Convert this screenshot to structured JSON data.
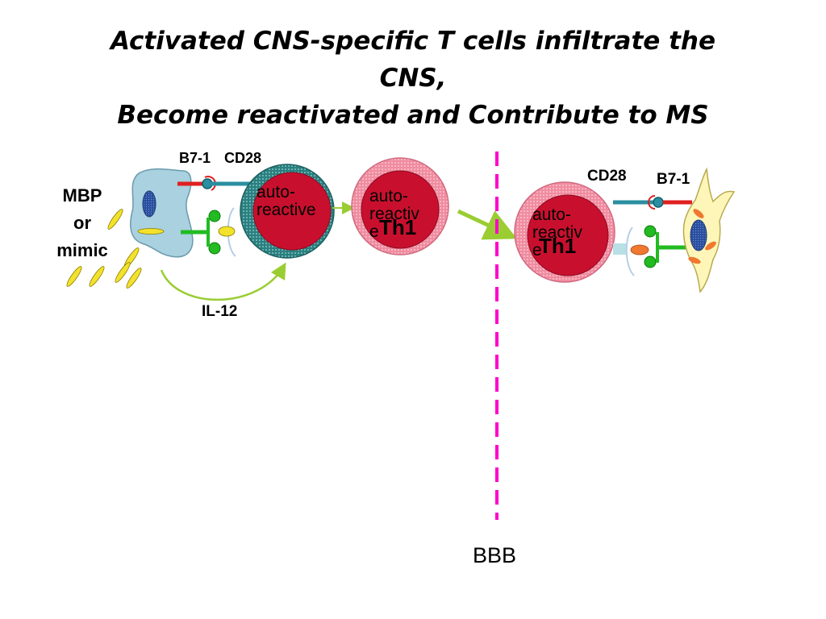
{
  "title": {
    "line1": "Activated CNS-specific T cells infiltrate the",
    "line2": "CNS,",
    "line3": "Become reactivated and Contribute to MS"
  },
  "labels": {
    "b7_left": "B7-1",
    "cd28_left": "CD28",
    "antigen_line1": "MBP",
    "antigen_line2": "or",
    "antigen_line3": "mimic",
    "il12": "IL-12",
    "cd28_right": "CD28",
    "b7_right": "B7-1",
    "barrier": "BBB"
  },
  "cells": {
    "naive": {
      "line1": "auto-",
      "line2": "reactive"
    },
    "th1_middle": {
      "line1": "auto-",
      "line2": "reactiv",
      "line3": "e",
      "subtype": "Th1"
    },
    "th1_right": {
      "line1": "auto-",
      "line2": "reactiv",
      "line3": "e",
      "subtype": "Th1"
    }
  },
  "colors": {
    "t_cell_core": "#c8102e",
    "naive_ring": "#2a7f7f",
    "th1_ring": "#f08ca0",
    "apc_body": "#a9d1df",
    "microglia_body": "#fdf6b8",
    "nucleus": "#2b4f9e",
    "antigen": "#f3e22c",
    "mhc": "#22bb22",
    "barrier_line": "#ff00cc",
    "arrow": "#9acd32"
  }
}
